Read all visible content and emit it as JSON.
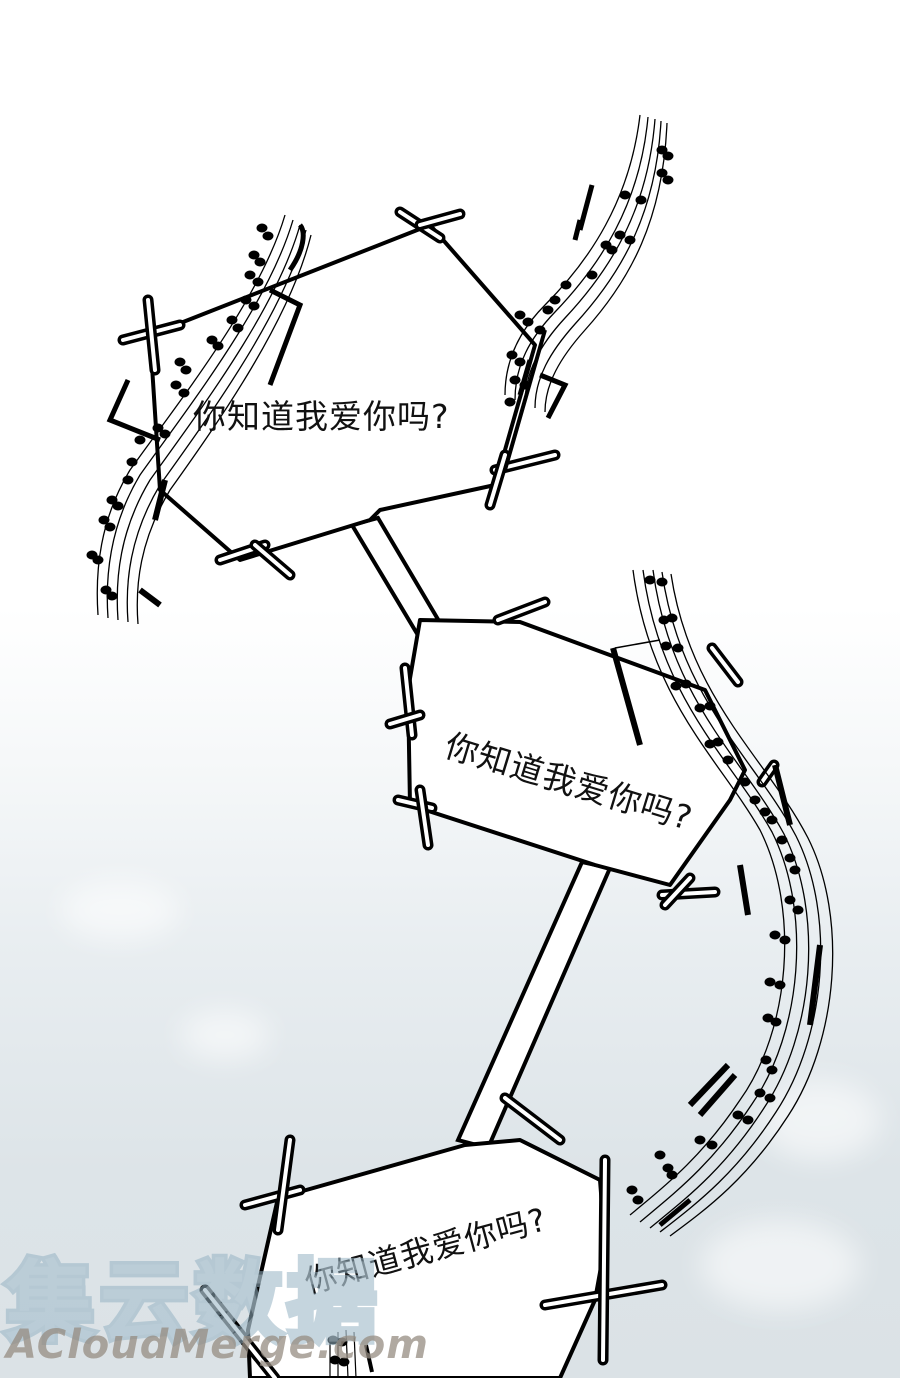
{
  "panel": {
    "background_top": "#ffffff",
    "background_bottom": "#dbe2e6",
    "line_color": "#000000"
  },
  "signs": [
    {
      "id": "sign-top",
      "text": "你知道我爱你吗?",
      "rotation_deg": 0
    },
    {
      "id": "sign-middle",
      "text": "你知道我爱你吗?",
      "rotation_deg": 17
    },
    {
      "id": "sign-bottom",
      "text": "你知道我爱你吗?",
      "rotation_deg": -15
    }
  ],
  "decorations": {
    "music_staffs": [
      "music-staff-left",
      "music-staff-top-right",
      "music-staff-right-arc",
      "music-staff-bottom-small"
    ]
  },
  "watermark": {
    "chinese": "集云数据",
    "latin": "ACloudMerge.com"
  }
}
